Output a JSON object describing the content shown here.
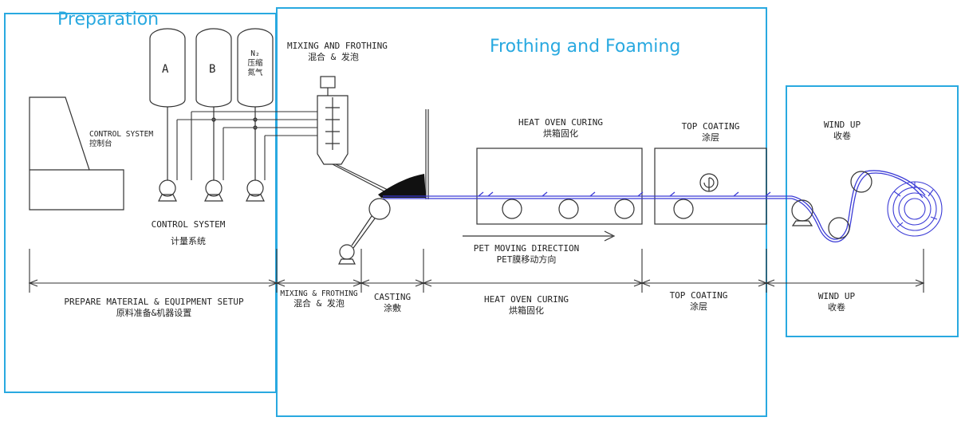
{
  "colors": {
    "frame": "#29a9e0",
    "line": "#333333",
    "film": "#3b3bd6"
  },
  "zones": {
    "preparation": "Preparation",
    "frothing": "Frothing and Foaming"
  },
  "tanks": {
    "a": "A",
    "b": "B",
    "c_sub": "N₂",
    "c_line1": "压缩",
    "c_line2": "氮气"
  },
  "labels": {
    "mixing_top_en": "MIXING AND FROTHING",
    "mixing_top_cn": "混合 & 发泡",
    "control_top_en": "CONTROL SYSTEM",
    "control_top_cn": "控制台",
    "control_metering_en": "CONTROL SYSTEM",
    "control_metering_cn": "计量系统",
    "oven_en": "HEAT OVEN CURING",
    "oven_cn": "烘箱固化",
    "coating_en": "TOP COATING",
    "coating_cn": "涂层",
    "windup_en": "WIND UP",
    "windup_cn": "收卷",
    "pet_en": "PET MOVING DIRECTION",
    "pet_cn": "PET膜移动方向"
  },
  "segments": [
    {
      "en": "PREPARE MATERIAL & EQUIPMENT SETUP",
      "cn": "原料准备&机器设置"
    },
    {
      "en": "MIXING & FROTHING",
      "cn": "混合 & 发泡"
    },
    {
      "en": "CASTING",
      "cn": "涂敷"
    },
    {
      "en": "HEAT OVEN CURING",
      "cn": "烘箱固化"
    },
    {
      "en": "TOP COATING",
      "cn": "涂层"
    },
    {
      "en": "WIND UP",
      "cn": "收卷"
    }
  ]
}
